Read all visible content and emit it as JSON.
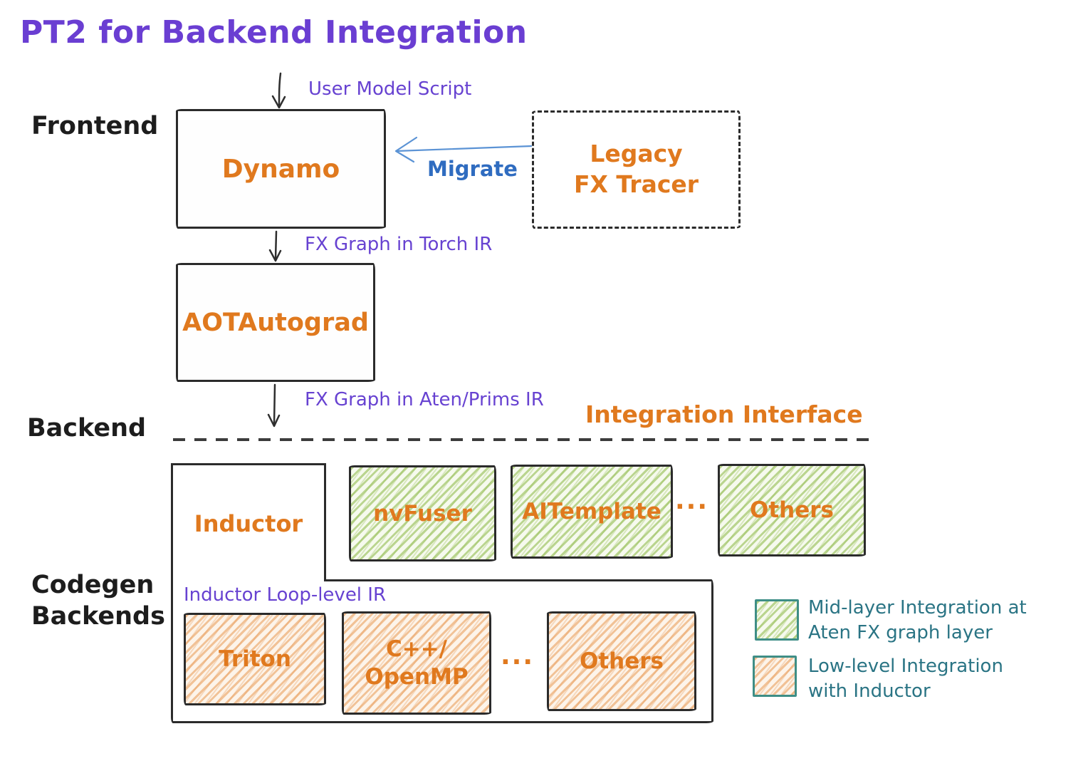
{
  "title": "PT2 for Backend Integration",
  "section_labels": {
    "frontend": "Frontend",
    "backend": "Backend",
    "codegen": "Codegen\nBackends"
  },
  "frontend": {
    "input_label": "User Model Script",
    "dynamo": "Dynamo",
    "legacy_tracer": "Legacy\nFX Tracer",
    "migrate": "Migrate",
    "dynamo_output": "FX Graph in Torch IR",
    "aot_autograd": "AOTAutograd",
    "aot_output": "FX Graph in Aten/Prims IR"
  },
  "backend": {
    "interface_label": "Integration Interface",
    "inductor": "Inductor",
    "mid_layer_backends": [
      {
        "label": "nvFuser"
      },
      {
        "label": "AITemplate"
      },
      {
        "label": "Others"
      }
    ],
    "ellipsis": "...",
    "inductor_ir": "Inductor Loop-level IR",
    "codegen_backends": [
      {
        "label": "Triton"
      },
      {
        "label": "C++/\nOpenMP"
      },
      {
        "label": "Others"
      }
    ]
  },
  "legend": [
    {
      "swatch": "green-hatch",
      "label": "Mid-layer Integration at\nAten FX graph layer"
    },
    {
      "swatch": "orange-hatch",
      "label": "Low-level Integration\nwith Inductor"
    }
  ],
  "colors": {
    "title_purple": "#6a3ed2",
    "annotation_purple": "#6742d1",
    "orange_text": "#e0791e",
    "migrate_blue": "#2f6cc0",
    "arrow_blue": "#5b93d5",
    "ink_black": "#2b2b2b",
    "teal_text": "#2a7484",
    "legend_border_teal": "#3e8e86",
    "green_hatch": "#aed183",
    "orange_hatch": "#edac79"
  }
}
